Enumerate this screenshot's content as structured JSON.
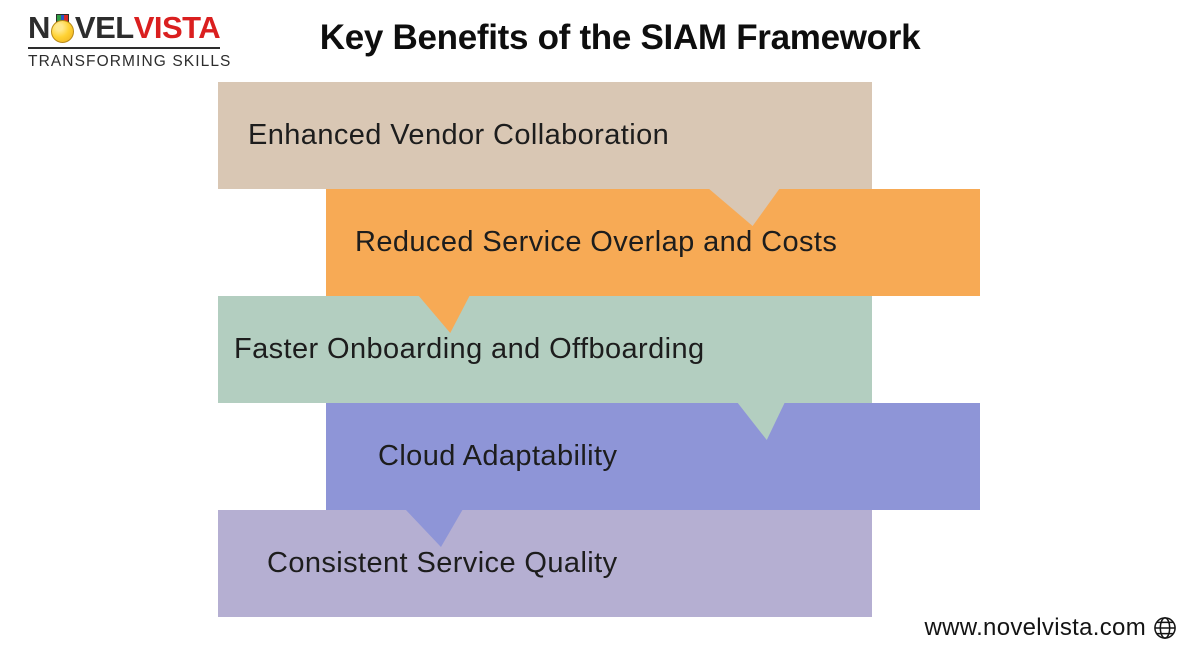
{
  "logo": {
    "brand_part1": "N",
    "brand_part2": "VEL",
    "brand_part3": "VISTA",
    "tagline": "TRANSFORMING SKILLS",
    "brand_dark_color": "#2d2d2d",
    "brand_red_color": "#da1f1f",
    "medal_icon": "medal-with-ribbon",
    "ribbon_colors": [
      "#2f9e44",
      "#2456c4",
      "#d62828"
    ]
  },
  "header": {
    "title": "Key Benefits of the SIAM Framework",
    "title_color": "#0e0e0e"
  },
  "benefits": [
    {
      "label": "Enhanced Vendor Collaboration",
      "color": "#d9c7b4"
    },
    {
      "label": "Reduced Service Overlap and Costs",
      "color": "#f7aa55"
    },
    {
      "label": "Faster Onboarding and Offboarding",
      "color": "#b3cec0"
    },
    {
      "label": "Cloud Adaptability",
      "color": "#8e95d7"
    },
    {
      "label": "Consistent Service Quality",
      "color": "#b5afd2"
    }
  ],
  "label_text_color": "#1d1d1d",
  "footer": {
    "website": "www.novelvista.com",
    "globe_icon": "wireframe-globe"
  }
}
